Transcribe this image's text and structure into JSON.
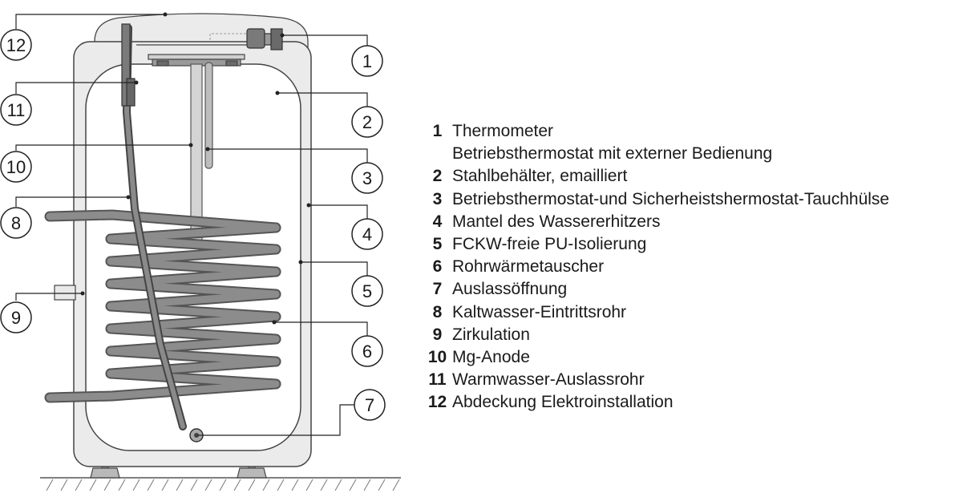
{
  "callouts": {
    "c1": "1",
    "c2": "2",
    "c3": "3",
    "c4": "4",
    "c5": "5",
    "c6": "6",
    "c7": "7",
    "c8": "8",
    "c9": "9",
    "c10": "10",
    "c11": "11",
    "c12": "12"
  },
  "legend": [
    {
      "num": "1",
      "text": "Thermometer"
    },
    {
      "num": "",
      "text": "Betriebsthermostat mit externer Bedienung"
    },
    {
      "num": "2",
      "text": "Stahlbehälter, emailliert"
    },
    {
      "num": "3",
      "text": "Betriebsthermostat-und Sicherheistshermostat-Tauchhülse"
    },
    {
      "num": "4",
      "text": "Mantel des Wassererhitzers"
    },
    {
      "num": "5",
      "text": "FCKW-freie PU-Isolierung"
    },
    {
      "num": "6",
      "text": "Rohrwärmetauscher"
    },
    {
      "num": "7",
      "text": "Auslassöffnung"
    },
    {
      "num": "8",
      "text": "Kaltwasser-Eintrittsrohr"
    },
    {
      "num": "9",
      "text": "Zirkulation"
    },
    {
      "num": "10",
      "text": "Mg-Anode"
    },
    {
      "num": "11",
      "text": "Warmwasser-Auslassrohr"
    },
    {
      "num": "12",
      "text": "Abdeckung Elektroinstallation"
    }
  ]
}
